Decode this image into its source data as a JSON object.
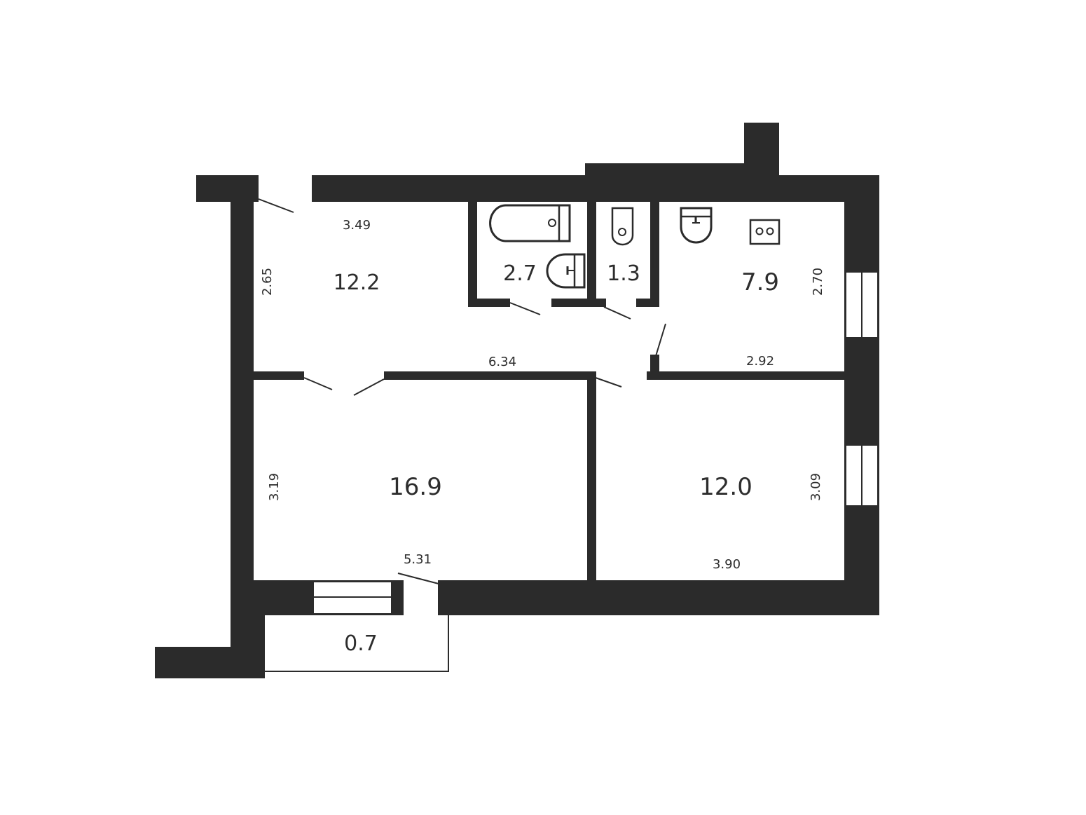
{
  "colors": {
    "wall": "#2b2b2b",
    "text": "#2d2d2d",
    "background": "#ffffff"
  },
  "rooms": {
    "hall": {
      "area": "12.2",
      "width": "3.49",
      "height": "2.65"
    },
    "bath": {
      "area": "2.7"
    },
    "toilet": {
      "area": "1.3"
    },
    "kitchen": {
      "area": "7.9",
      "width": "2.92",
      "height": "2.70"
    },
    "corridor": {
      "length": "6.34"
    },
    "room1": {
      "area": "16.9",
      "width": "5.31",
      "height": "3.19"
    },
    "room2": {
      "area": "12.0",
      "width": "3.90",
      "height": "3.09"
    },
    "balcony": {
      "area": "0.7"
    }
  },
  "icons": [
    "bathtub-icon",
    "washbasin-icon",
    "toilet-icon",
    "kitchen-sink-icon",
    "stove-icon",
    "window-icon",
    "door-swing-icon"
  ]
}
